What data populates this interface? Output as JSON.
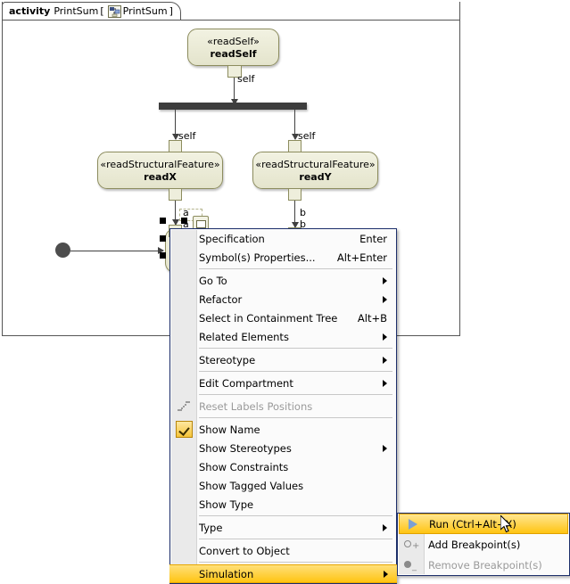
{
  "diagram": {
    "frame_tab": {
      "keyword": "activity",
      "name": "PrintSum",
      "bracket_open": "[",
      "icon": "activity-diagram-icon",
      "diagram_name": "PrintSum",
      "bracket_close": "]"
    },
    "nodes": [
      {
        "id": "readSelf",
        "stereotype": "«readSelf»",
        "name": "readSelf"
      },
      {
        "id": "readX",
        "stereotype": "«readStructuralFeature»",
        "name": "readX"
      },
      {
        "id": "readY",
        "stereotype": "«readStructuralFeature»",
        "name": "readY"
      }
    ],
    "edge_labels": {
      "self_from_readself": "self",
      "self_to_readx": "self",
      "self_to_ready": "self",
      "a_pin": "a",
      "a_flow": "a",
      "b_pin": "b",
      "b_flow": "b"
    },
    "fork_node": "fork-bar",
    "initial_node": "initial-node"
  },
  "context_menu": {
    "items": [
      {
        "label": "Specification",
        "accel": "Enter",
        "submenu": false,
        "disabled": false,
        "checked": false
      },
      {
        "label": "Symbol(s) Properties...",
        "accel": "Alt+Enter",
        "submenu": false,
        "disabled": false,
        "checked": false
      },
      {
        "label": "Go To",
        "accel": "",
        "submenu": true,
        "disabled": false,
        "checked": false
      },
      {
        "label": "Refactor",
        "accel": "",
        "submenu": true,
        "disabled": false,
        "checked": false
      },
      {
        "label": "Select in Containment Tree",
        "accel": "Alt+B",
        "submenu": false,
        "disabled": false,
        "checked": false
      },
      {
        "label": "Related Elements",
        "accel": "",
        "submenu": true,
        "disabled": false,
        "checked": false
      },
      {
        "label": "Stereotype",
        "accel": "",
        "submenu": true,
        "disabled": false,
        "checked": false
      },
      {
        "label": "Edit Compartment",
        "accel": "",
        "submenu": true,
        "disabled": false,
        "checked": false
      },
      {
        "label": "Reset Labels Positions",
        "accel": "",
        "submenu": false,
        "disabled": true,
        "checked": false
      },
      {
        "label": "Show Name",
        "accel": "",
        "submenu": false,
        "disabled": false,
        "checked": true
      },
      {
        "label": "Show Stereotypes",
        "accel": "",
        "submenu": true,
        "disabled": false,
        "checked": false
      },
      {
        "label": "Show Constraints",
        "accel": "",
        "submenu": false,
        "disabled": false,
        "checked": false
      },
      {
        "label": "Show Tagged Values",
        "accel": "",
        "submenu": false,
        "disabled": false,
        "checked": false
      },
      {
        "label": "Show Type",
        "accel": "",
        "submenu": false,
        "disabled": false,
        "checked": false
      },
      {
        "label": "Type",
        "accel": "",
        "submenu": true,
        "disabled": false,
        "checked": false
      },
      {
        "label": "Convert to Object",
        "accel": "",
        "submenu": false,
        "disabled": false,
        "checked": false
      },
      {
        "label": "Simulation",
        "accel": "",
        "submenu": true,
        "disabled": false,
        "checked": false,
        "highlighted": true
      }
    ]
  },
  "sub_menu": {
    "title": "Simulation",
    "items": [
      {
        "label": "Run (Ctrl+Alt+X)",
        "icon": "run-play-icon",
        "disabled": false,
        "highlighted": true
      },
      {
        "label": "Add Breakpoint(s)",
        "icon": "add-breakpoint-icon",
        "disabled": false,
        "highlighted": false
      },
      {
        "label": "Remove Breakpoint(s)",
        "icon": "remove-breakpoint-icon",
        "disabled": true,
        "highlighted": false
      }
    ]
  },
  "colors": {
    "node_fill": "#e8e8d2",
    "node_border": "#8c8c5e",
    "menu_border": "#1d2f6b",
    "highlight_gold": "#ffc412",
    "fork_bar": "#3d3d3d",
    "frame_border": "#555555"
  },
  "cursor": {
    "type": "arrow-pointer"
  }
}
